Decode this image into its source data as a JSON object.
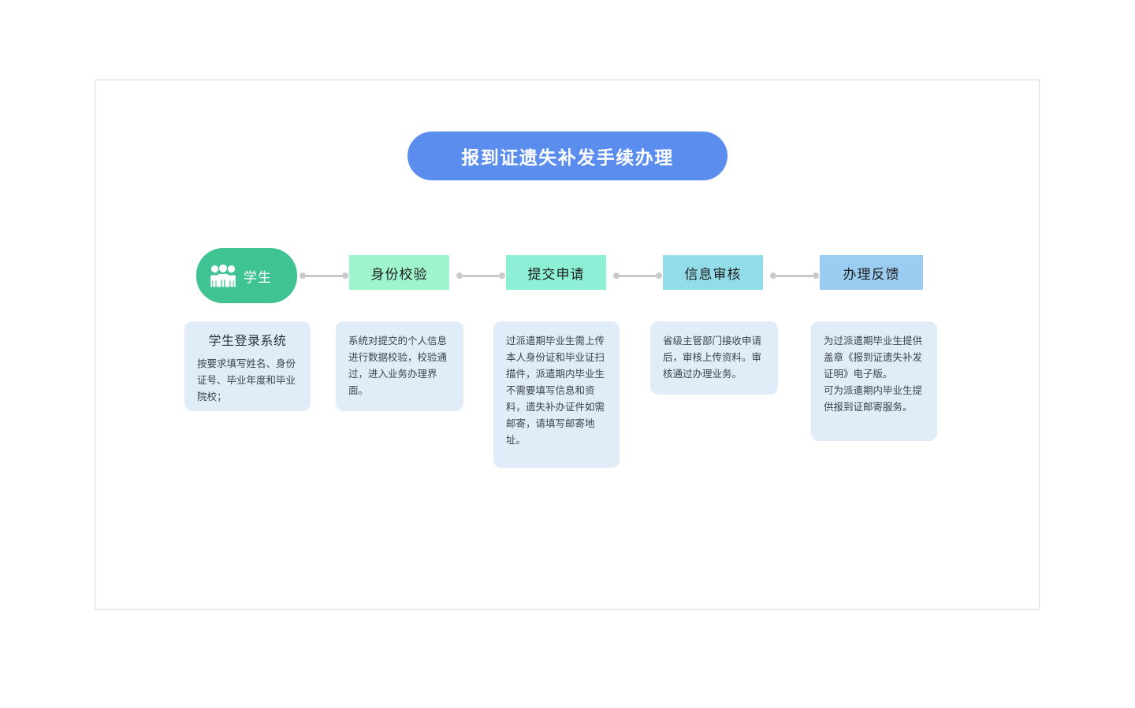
{
  "header": {
    "title": "报到证遗失补发手续办理"
  },
  "colors": {
    "title_pill": "#5b8def",
    "actor_node": "#3fc392",
    "frame_border": "#cfdcf2",
    "card_bg": "#e0ecf8",
    "connector": "#c9c9c9"
  },
  "flow": {
    "actor": {
      "icon": "three-people-icon",
      "label": "学生"
    },
    "connector_icon": "dotted-line-connector",
    "steps": [
      {
        "label": "身份校验",
        "color": "#9ef5cd"
      },
      {
        "label": "提交申请",
        "color": "#8df0d6"
      },
      {
        "label": "信息审核",
        "color": "#92dbe8"
      },
      {
        "label": "办理反馈",
        "color": "#9bcdf2"
      }
    ]
  },
  "cards": [
    {
      "title": "学生登录系统",
      "paragraphs": [
        "按要求填写姓名、身份证号、毕业年度和毕业院校；"
      ]
    },
    {
      "title": "",
      "paragraphs": [
        "系统对提交的个人信息进行数据校验，校验通过，进入业务办理界面。"
      ]
    },
    {
      "title": "",
      "paragraphs": [
        "过派遣期毕业生需上传本人身份证和毕业证扫描件，派遣期内毕业生不需要填写信息和资料，遗失补办证件如需邮寄，请填写邮寄地址。"
      ]
    },
    {
      "title": "",
      "paragraphs": [
        "省级主管部门接收申请后，审核上传资料。审核通过办理业务。"
      ]
    },
    {
      "title": "",
      "paragraphs": [
        "为过派遣期毕业生提供盖章《报到证遗失补发证明》电子版。",
        "可为派遣期内毕业生提供报到证邮寄服务。"
      ]
    }
  ]
}
